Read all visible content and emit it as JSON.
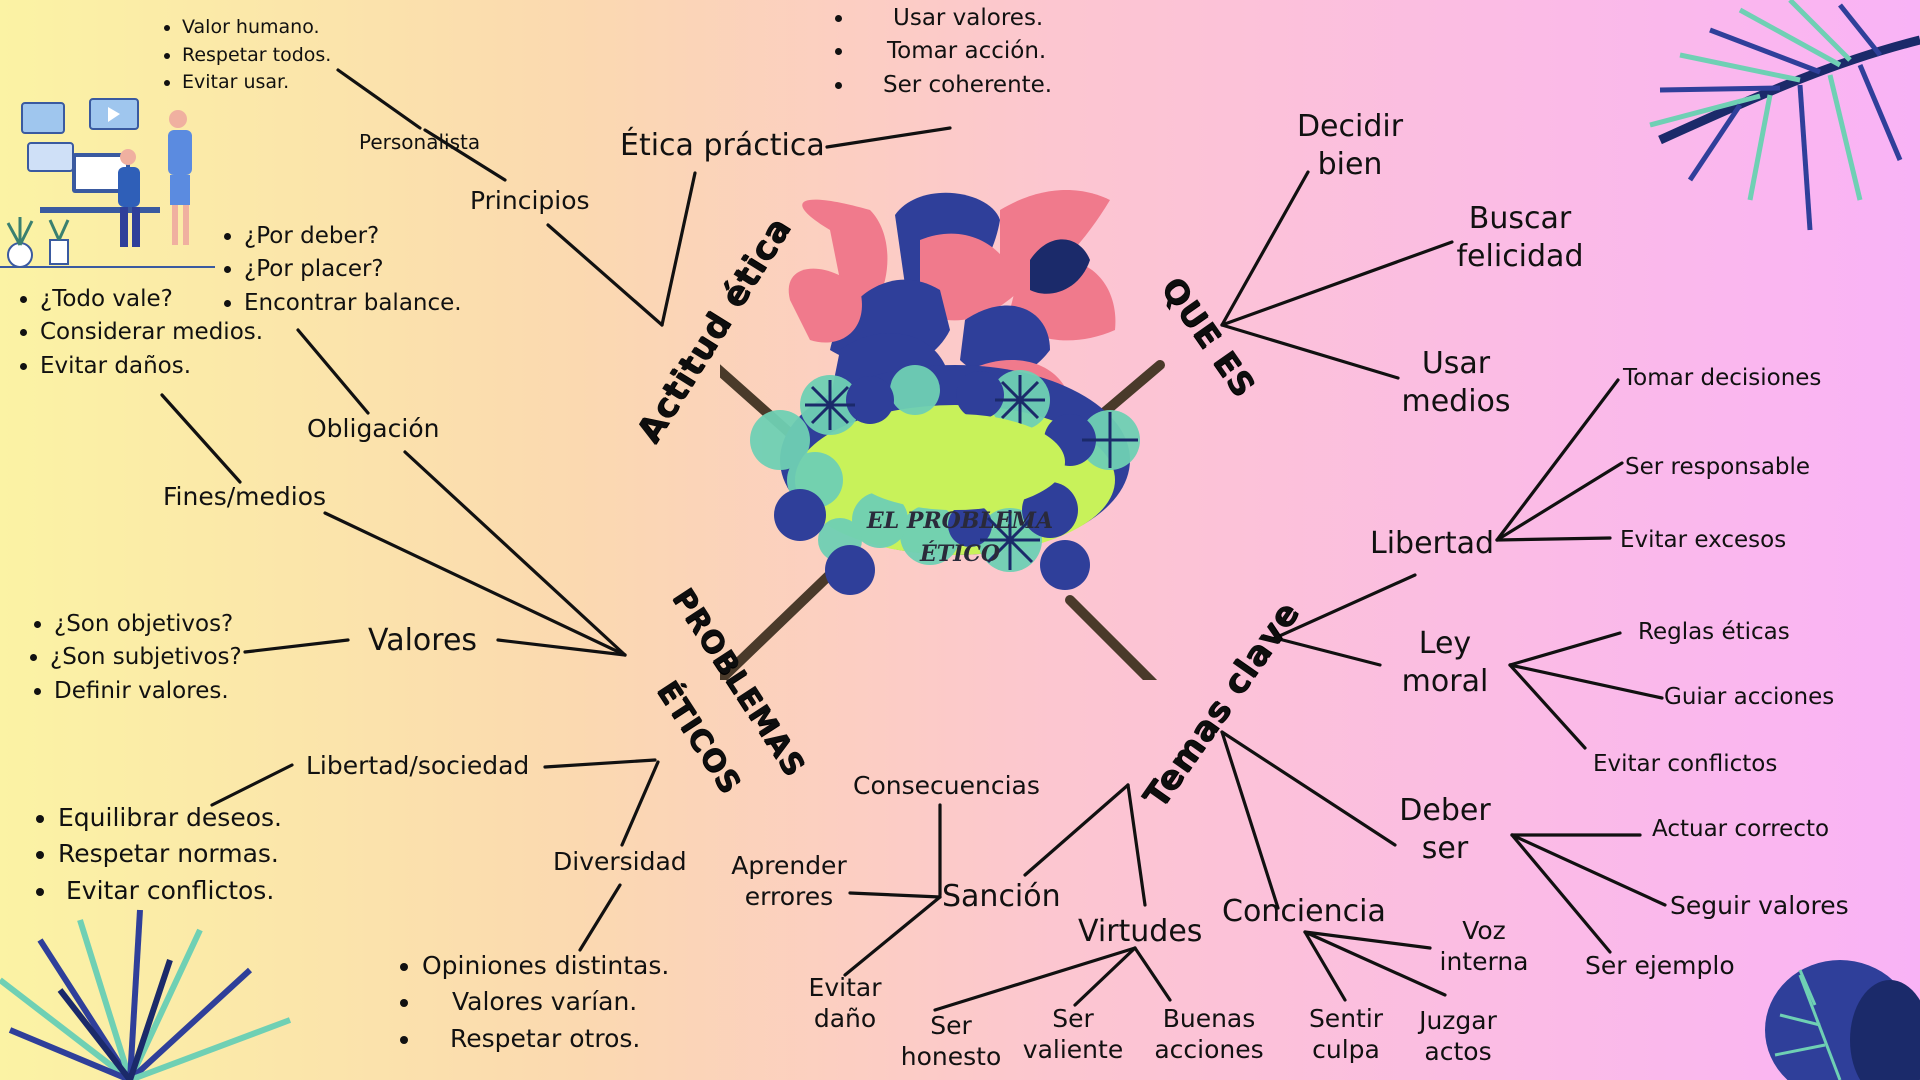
{
  "center": {
    "line1": "EL PROBLEMA",
    "line2": "ÉTICO"
  },
  "categories": {
    "actitud": "Actitud ética",
    "quees": "QUE ES",
    "problemas1": "PROBLEMAS",
    "problemas2": "ÉTICOS",
    "temas": "Temas clave"
  },
  "actitud": {
    "etica_practica": "Ética práctica",
    "etica_practica_list": [
      "Usar valores.",
      "Tomar acción.",
      "Ser coherente."
    ],
    "principios": "Principios",
    "personalista": "Personalista",
    "personalista_list": [
      "Valor humano.",
      "Respetar todos.",
      "Evitar usar."
    ]
  },
  "quees": {
    "decidir_bien_1": "Decidir",
    "decidir_bien_2": "bien",
    "buscar_1": "Buscar",
    "buscar_2": "felicidad",
    "usar_1": "Usar",
    "usar_2": "medios"
  },
  "problemas": {
    "obligacion": "Obligación",
    "obligacion_list": [
      "¿Por deber?",
      "¿Por placer?",
      "Encontrar balance."
    ],
    "fines": "Fines/medios",
    "fines_list": [
      "¿Todo vale?",
      "Considerar medios.",
      "Evitar daños."
    ],
    "valores": "Valores",
    "valores_list": [
      "¿Son objetivos?",
      "¿Son subjetivos?",
      "Definir valores."
    ],
    "libertad_sociedad": "Libertad/sociedad",
    "libertad_sociedad_list": [
      "Equilibrar deseos.",
      "Respetar normas.",
      "Evitar conflictos."
    ],
    "diversidad": "Diversidad",
    "diversidad_list": [
      "Opiniones distintas.",
      "Valores varían.",
      "Respetar otros."
    ]
  },
  "temas": {
    "libertad": "Libertad",
    "libertad_items": [
      "Tomar decisiones",
      "Ser responsable",
      "Evitar excesos"
    ],
    "ley_1": "Ley",
    "ley_2": "moral",
    "ley_items": [
      "Reglas éticas",
      "Guiar acciones",
      "Evitar conflictos"
    ],
    "deber_1": "Deber",
    "deber_2": "ser",
    "deber_items": [
      "Actuar correcto",
      "Seguir valores",
      "Ser ejemplo"
    ],
    "conciencia": "Conciencia",
    "voz_1": "Voz",
    "voz_2": "interna",
    "sentir_1": "Sentir",
    "sentir_2": "culpa",
    "juzgar_1": "Juzgar",
    "juzgar_2": "actos",
    "virtudes": "Virtudes",
    "honesto_1": "Ser",
    "honesto_2": "honesto",
    "valiente_1": "Ser",
    "valiente_2": "valiente",
    "buenas_1": "Buenas",
    "buenas_2": "acciones",
    "sancion": "Sanción",
    "consecuencias": "Consecuencias",
    "aprender_1": "Aprender",
    "aprender_2": "errores",
    "evitar_1": "Evitar",
    "evitar_2": "daño"
  },
  "colors": {
    "line": "#111111",
    "leaf_pink": "#f07a8c",
    "leaf_blue": "#2f3f9a",
    "leaf_mint": "#6fd0b4",
    "leaf_green": "#c8f25a"
  }
}
